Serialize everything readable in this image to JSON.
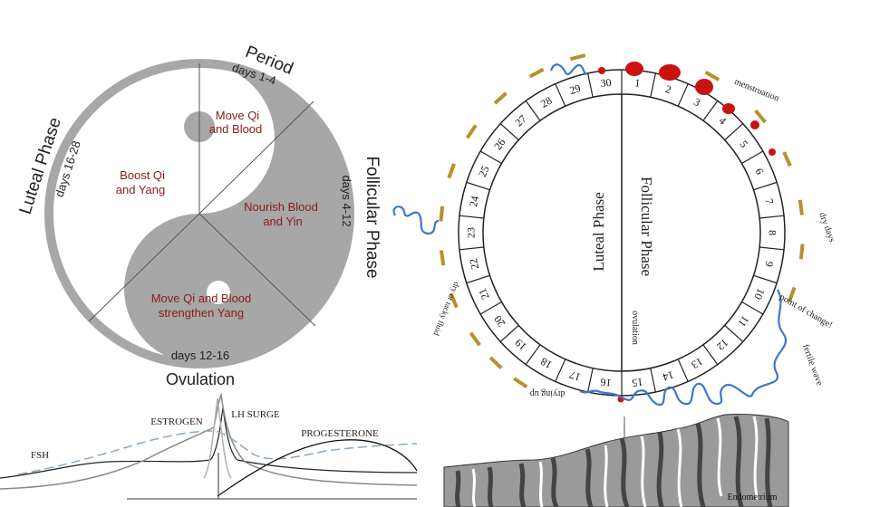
{
  "yinyang": {
    "period": "Period",
    "period_days": "days 1-4",
    "follicular": "Follicular Phase",
    "follicular_days": "days 4-12",
    "luteal": "Luteal Phase",
    "luteal_days": "days 16-28",
    "ovulation": "Ovulation",
    "ovulation_days": "days 12-16",
    "advice_period": [
      "Move Qi",
      "and Blood"
    ],
    "advice_follicular": [
      "Nourish Blood",
      "and Yin"
    ],
    "advice_ovulation": [
      "Move Qi and Blood",
      "strengthen Yang"
    ],
    "advice_luteal": [
      "Boost Qi",
      "and Yang"
    ],
    "colors": {
      "yin": "#a7a7a7",
      "text_red": "#8b1a1a"
    }
  },
  "hormones": {
    "labels": {
      "fsh": "FSH",
      "estrogen": "ESTROGEN",
      "lh": "LH SURGE",
      "progesterone": "PROGESTERONE"
    }
  },
  "cycle_wheel": {
    "days": [
      "1",
      "2",
      "3",
      "4",
      "5",
      "6",
      "7",
      "8",
      "9",
      "10",
      "11",
      "12",
      "13",
      "14",
      "15",
      "16",
      "17",
      "18",
      "19",
      "20",
      "21",
      "22",
      "23",
      "24",
      "25",
      "26",
      "27",
      "28",
      "29",
      "30"
    ],
    "follicular": "Follicular Phase",
    "luteal": "Luteal Phase",
    "ovulation": "ovulation",
    "annotations": {
      "menstruation": "menstruation",
      "dry_days": "dry days",
      "point_of_change": "point of change!",
      "fertile_wave": "fertile wave",
      "drying_up": "drying up",
      "dry_or_tacky": "dry or tacky fluid"
    },
    "endometrium": "Endometrium",
    "colors": {
      "blood": "#cc1111",
      "mucus": "#3a78c9",
      "dash": "#b8902a"
    }
  }
}
